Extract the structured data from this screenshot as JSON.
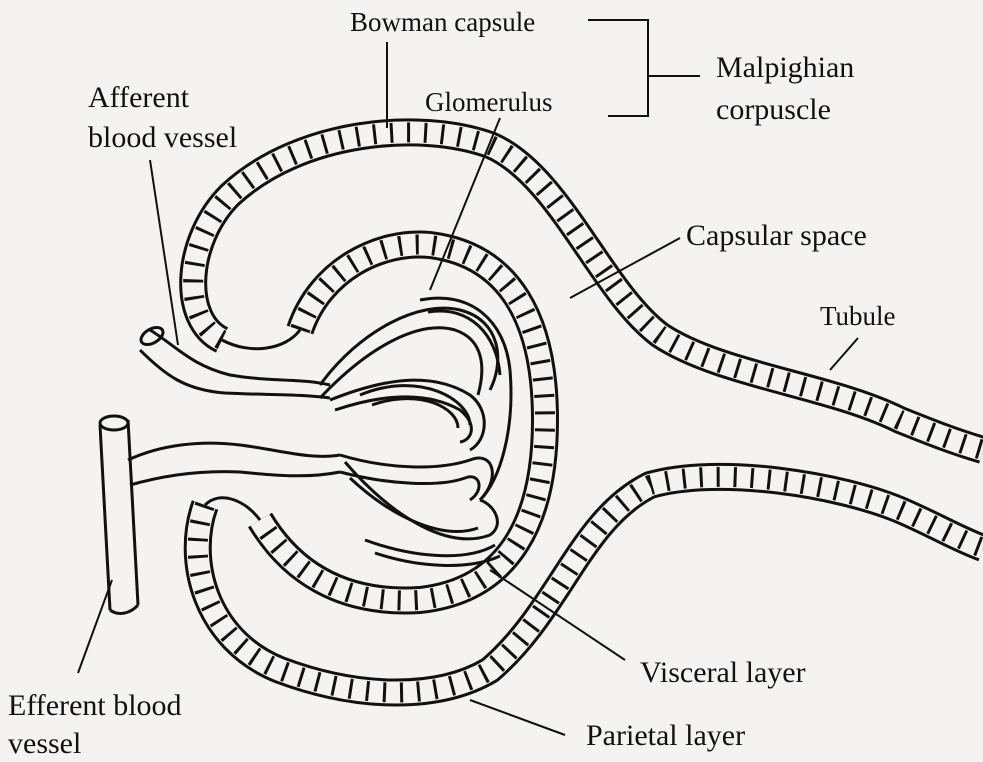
{
  "labels": {
    "bowman_capsule": "Bowman capsule",
    "glomerulus": "Glomerulus",
    "malpighian_line1": "Malpighian",
    "malpighian_line2": "corpuscle",
    "afferent_line1": "Afferent",
    "afferent_line2": "blood vessel",
    "capsular_space": "Capsular space",
    "tubule": "Tubule",
    "efferent_line1": "Efferent blood",
    "efferent_line2": "vessel",
    "visceral_layer": "Visceral layer",
    "parietal_layer": "Parietal layer"
  },
  "colors": {
    "ink": "#111111",
    "paper": "#f4f3f1"
  }
}
